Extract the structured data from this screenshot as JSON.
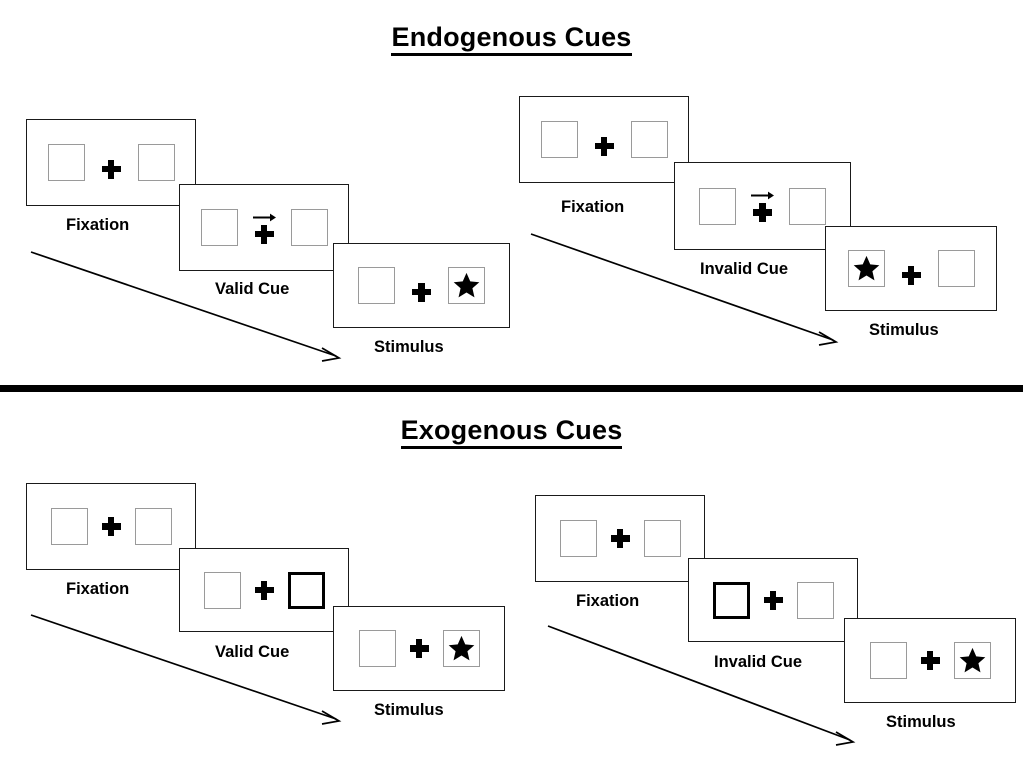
{
  "figure": {
    "title_endogenous": "Endogenous Cues",
    "title_exogenous": "Exogenous Cues"
  },
  "labels": {
    "fixation": "Fixation",
    "valid_cue": "Valid Cue",
    "invalid_cue": "Invalid Cue",
    "stimulus": "Stimulus"
  },
  "colors": {
    "box_border": "#9a9a9a",
    "cued_box_border": "#000000",
    "panel_border": "#1a1a1a",
    "ink": "#000000",
    "background": "#ffffff"
  },
  "icons": {
    "fixation_cross": "plus-icon",
    "cue_arrow": "arrow-right-icon",
    "target": "star-icon",
    "time_arrow": "arrow-diagonal-down-right-icon"
  },
  "sections": [
    {
      "id": "endogenous",
      "title": "Endogenous Cues",
      "cue_type": "central symbolic arrow",
      "sequences": [
        {
          "id": "endogenous-valid",
          "validity": "valid",
          "cue_label": "Valid Cue",
          "cue_direction": "right",
          "cued_side": "right",
          "target_side": "right",
          "frames": [
            {
              "name": "fixation",
              "caption": "Fixation",
              "cue": "none",
              "left_box": "empty",
              "right_box": "empty"
            },
            {
              "name": "cue",
              "caption": "Valid Cue",
              "cue": "arrow-right",
              "left_box": "empty",
              "right_box": "empty"
            },
            {
              "name": "stimulus",
              "caption": "Stimulus",
              "cue": "none",
              "left_box": "empty",
              "right_box": "star"
            }
          ]
        },
        {
          "id": "endogenous-invalid",
          "validity": "invalid",
          "cue_label": "Invalid Cue",
          "cue_direction": "right",
          "cued_side": "right",
          "target_side": "left",
          "frames": [
            {
              "name": "fixation",
              "caption": "Fixation",
              "cue": "none",
              "left_box": "empty",
              "right_box": "empty"
            },
            {
              "name": "cue",
              "caption": "Invalid Cue",
              "cue": "arrow-right",
              "left_box": "empty",
              "right_box": "empty"
            },
            {
              "name": "stimulus",
              "caption": "Stimulus",
              "cue": "none",
              "left_box": "star",
              "right_box": "empty"
            }
          ]
        }
      ]
    },
    {
      "id": "exogenous",
      "title": "Exogenous Cues",
      "cue_type": "peripheral box flash",
      "sequences": [
        {
          "id": "exogenous-valid",
          "validity": "valid",
          "cue_label": "Valid Cue",
          "cue_direction": "right",
          "cued_side": "right",
          "target_side": "right",
          "frames": [
            {
              "name": "fixation",
              "caption": "Fixation",
              "cue": "none",
              "left_box": "empty",
              "right_box": "empty"
            },
            {
              "name": "cue",
              "caption": "Valid Cue",
              "cue": "box-highlight-right",
              "left_box": "empty",
              "right_box": "cued"
            },
            {
              "name": "stimulus",
              "caption": "Stimulus",
              "cue": "none",
              "left_box": "empty",
              "right_box": "star"
            }
          ]
        },
        {
          "id": "exogenous-invalid",
          "validity": "invalid",
          "cue_label": "Invalid Cue",
          "cue_direction": "left",
          "cued_side": "left",
          "target_side": "right",
          "frames": [
            {
              "name": "fixation",
              "caption": "Fixation",
              "cue": "none",
              "left_box": "empty",
              "right_box": "empty"
            },
            {
              "name": "cue",
              "caption": "Invalid Cue",
              "cue": "box-highlight-left",
              "left_box": "cued",
              "right_box": "empty"
            },
            {
              "name": "stimulus",
              "caption": "Stimulus",
              "cue": "none",
              "left_box": "empty",
              "right_box": "star"
            }
          ]
        }
      ]
    }
  ]
}
